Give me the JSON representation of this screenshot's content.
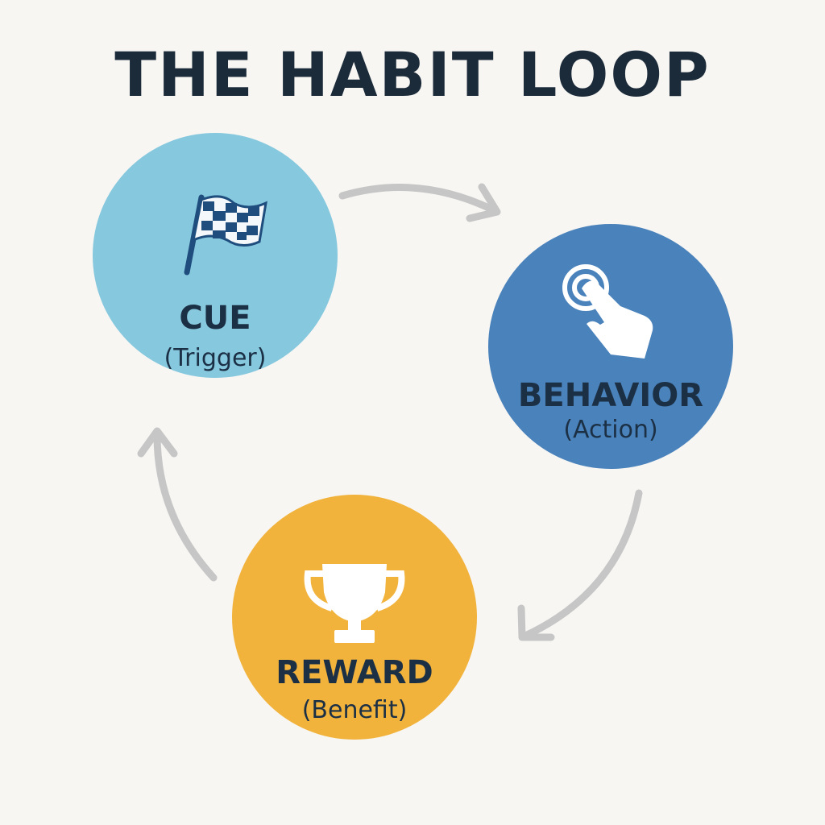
{
  "title": "THE HABIT LOOP",
  "colors": {
    "background": "#f7f6f3",
    "cue": "#86c8de",
    "behavior": "#4a82bb",
    "reward": "#f2b33d",
    "arrow": "#c6c6c6",
    "text": "#1c3045",
    "icon_dark": "#1f4e7e"
  },
  "nodes": [
    {
      "label": "CUE",
      "sublabel": "(Trigger)",
      "icon": "checkered-flag-icon"
    },
    {
      "label": "BEHAVIOR",
      "sublabel": "(Action)",
      "icon": "hand-tap-icon"
    },
    {
      "label": "REWARD",
      "sublabel": "(Benefit)",
      "icon": "trophy-icon"
    }
  ]
}
